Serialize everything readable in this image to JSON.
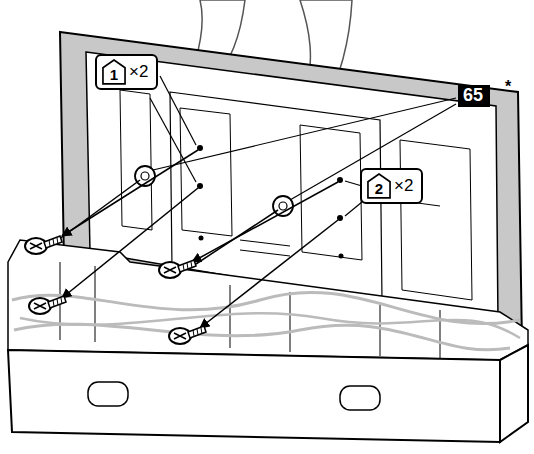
{
  "diagram": {
    "nodes": [
      {
        "text": [
          "×2"
        ]
      },
      {
        "text": [
          "1"
        ],
        "in": 0
      },
      {
        "text": [
          "×2"
        ]
      },
      {
        "text": [
          "2"
        ],
        "in": 2
      },
      {
        "text": [
          "65"
        ]
      }
    ],
    "labels": [
      "*"
    ]
  }
}
